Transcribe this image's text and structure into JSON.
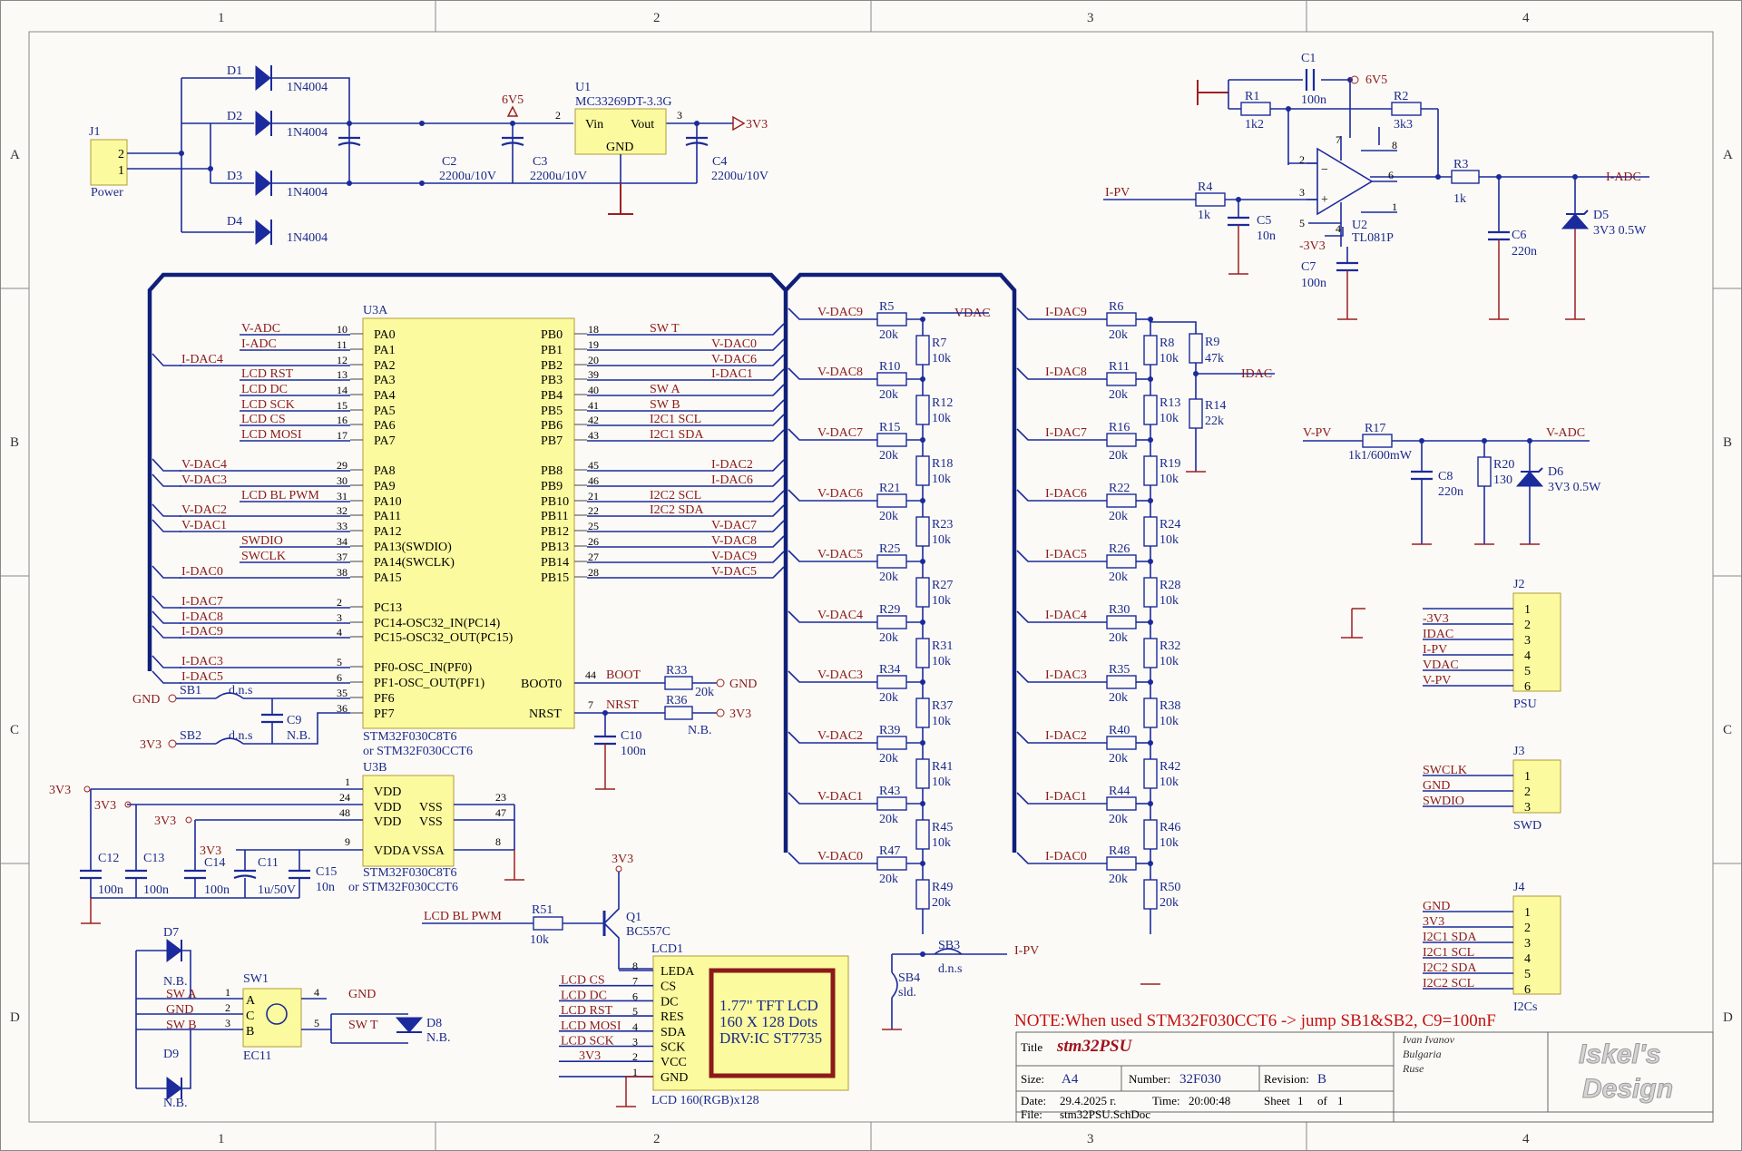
{
  "zones_top": [
    "1",
    "2",
    "3",
    "4"
  ],
  "zones_side": [
    "A",
    "B",
    "C",
    "D"
  ],
  "power": {
    "j1_ref": "J1",
    "j1_name": "Power",
    "j1_pins": [
      "2",
      "1"
    ],
    "diodes": [
      {
        "ref": "D1",
        "value": "1N4004"
      },
      {
        "ref": "D2",
        "value": "1N4004"
      },
      {
        "ref": "D3",
        "value": "1N4004"
      },
      {
        "ref": "D4",
        "value": "1N4004"
      }
    ],
    "c2": {
      "ref": "C2",
      "value": "2200u/10V"
    },
    "c3": {
      "ref": "C3",
      "value": "2200u/10V"
    },
    "c4": {
      "ref": "C4",
      "value": "2200u/10V"
    },
    "net_6v5": "6V5",
    "net_3v3": "3V3",
    "u1": {
      "ref": "U1",
      "part": "MC33269DT-3.3G",
      "vin": "Vin",
      "vout": "Vout",
      "gnd": "GND",
      "pin_in": "2",
      "pin_out": "3"
    }
  },
  "opamp": {
    "c1": {
      "ref": "C1",
      "value": "100n"
    },
    "net_6v5": "6V5",
    "r1": {
      "ref": "R1",
      "value": "1k2"
    },
    "r2": {
      "ref": "R2",
      "value": "3k3"
    },
    "r3": {
      "ref": "R3",
      "value": "1k"
    },
    "r4": {
      "ref": "R4",
      "value": "1k"
    },
    "c5": {
      "ref": "C5",
      "value": "10n"
    },
    "c6": {
      "ref": "C6",
      "value": "220n"
    },
    "c7": {
      "ref": "C7",
      "value": "100n"
    },
    "d5": {
      "ref": "D5",
      "value": "3V3 0.5W"
    },
    "u2": {
      "ref": "U2",
      "part": "TL081P"
    },
    "net_ipv": "I-PV",
    "net_iadc": "I-ADC",
    "net_m3v3": "-3V3",
    "pins": [
      "2",
      "3",
      "6",
      "7",
      "4",
      "8",
      "5",
      "1"
    ]
  },
  "mcu": {
    "ref": "U3A",
    "variant1": "STM32F030C8T6",
    "variant2": "or STM32F030CCT6",
    "left_pins": [
      {
        "num": "10",
        "name": "PA0",
        "net": "V-ADC"
      },
      {
        "num": "11",
        "name": "PA1",
        "net": "I-ADC"
      },
      {
        "num": "12",
        "name": "PA2",
        "net": "I-DAC4"
      },
      {
        "num": "13",
        "name": "PA3",
        "net": "LCD RST"
      },
      {
        "num": "14",
        "name": "PA4",
        "net": "LCD DC"
      },
      {
        "num": "15",
        "name": "PA5",
        "net": "LCD SCK"
      },
      {
        "num": "16",
        "name": "PA6",
        "net": "LCD CS"
      },
      {
        "num": "17",
        "name": "PA7",
        "net": "LCD MOSI"
      },
      {
        "num": "29",
        "name": "PA8",
        "net": "V-DAC4"
      },
      {
        "num": "30",
        "name": "PA9",
        "net": "V-DAC3"
      },
      {
        "num": "31",
        "name": "PA10",
        "net": "LCD BL PWM"
      },
      {
        "num": "32",
        "name": "PA11",
        "net": "V-DAC2"
      },
      {
        "num": "33",
        "name": "PA12",
        "net": "V-DAC1"
      },
      {
        "num": "34",
        "name": "PA13(SWDIO)",
        "net": "SWDIO"
      },
      {
        "num": "37",
        "name": "PA14(SWCLK)",
        "net": "SWCLK"
      },
      {
        "num": "38",
        "name": "PA15",
        "net": "I-DAC0"
      },
      {
        "num": "2",
        "name": "PC13",
        "net": "I-DAC7"
      },
      {
        "num": "3",
        "name": "PC14-OSC32_IN(PC14)",
        "net": "I-DAC8"
      },
      {
        "num": "4",
        "name": "PC15-OSC32_OUT(PC15)",
        "net": "I-DAC9"
      },
      {
        "num": "5",
        "name": "PF0-OSC_IN(PF0)",
        "net": "I-DAC3"
      },
      {
        "num": "6",
        "name": "PF1-OSC_OUT(PF1)",
        "net": "I-DAC5"
      },
      {
        "num": "35",
        "name": "PF6",
        "net": ""
      },
      {
        "num": "36",
        "name": "PF7",
        "net": ""
      }
    ],
    "right_pins": [
      {
        "num": "18",
        "name": "PB0",
        "net": "SW T"
      },
      {
        "num": "19",
        "name": "PB1",
        "net": "V-DAC0"
      },
      {
        "num": "20",
        "name": "PB2",
        "net": "V-DAC6"
      },
      {
        "num": "39",
        "name": "PB3",
        "net": "I-DAC1"
      },
      {
        "num": "40",
        "name": "PB4",
        "net": "SW A"
      },
      {
        "num": "41",
        "name": "PB5",
        "net": "SW B"
      },
      {
        "num": "42",
        "name": "PB6",
        "net": "I2C1 SCL"
      },
      {
        "num": "43",
        "name": "PB7",
        "net": "I2C1 SDA"
      },
      {
        "num": "45",
        "name": "PB8",
        "net": "I-DAC2"
      },
      {
        "num": "46",
        "name": "PB9",
        "net": "I-DAC6"
      },
      {
        "num": "21",
        "name": "PB10",
        "net": "I2C2 SCL"
      },
      {
        "num": "22",
        "name": "PB11",
        "net": "I2C2 SDA"
      },
      {
        "num": "25",
        "name": "PB12",
        "net": "V-DAC7"
      },
      {
        "num": "26",
        "name": "PB13",
        "net": "V-DAC8"
      },
      {
        "num": "27",
        "name": "PB14",
        "net": "V-DAC9"
      },
      {
        "num": "28",
        "name": "PB15",
        "net": "V-DAC5"
      }
    ],
    "boot0": {
      "num": "44",
      "name": "BOOT0",
      "net": "BOOT"
    },
    "nrst": {
      "num": "7",
      "name": "NRST",
      "net": "NRST"
    },
    "r33": {
      "ref": "R33",
      "value": "20k"
    },
    "r36": {
      "ref": "R36",
      "value": "N.B."
    },
    "c10": {
      "ref": "C10",
      "value": "100n"
    },
    "c9": {
      "ref": "C9",
      "value": "N.B."
    },
    "sb1": {
      "ref": "SB1",
      "value": "d.n.s"
    },
    "sb2": {
      "ref": "SB2",
      "value": "d.n.s"
    },
    "net_gnd": "GND",
    "net_3v3": "3V3"
  },
  "mcu_power": {
    "ref": "U3B",
    "variant1": "STM32F030C8T6",
    "variant2": "or STM32F030CCT6",
    "left": [
      {
        "num": "1",
        "name": "VDD"
      },
      {
        "num": "24",
        "name": "VDD"
      },
      {
        "num": "48",
        "name": "VDD"
      },
      {
        "num": "9",
        "name": "VDDA"
      }
    ],
    "right": [
      {
        "num": "23",
        "name": "VSS"
      },
      {
        "num": "47",
        "name": "VSS"
      },
      {
        "num": "8",
        "name": "VSSA"
      }
    ],
    "caps": [
      {
        "ref": "C12",
        "value": "100n"
      },
      {
        "ref": "C13",
        "value": "100n"
      },
      {
        "ref": "C14",
        "value": "100n"
      },
      {
        "ref": "C11",
        "value": "1u/50V"
      },
      {
        "ref": "C15",
        "value": "10n"
      }
    ],
    "net_3v3": "3V3"
  },
  "vdac": {
    "nets": [
      "V-DAC9",
      "V-DAC8",
      "V-DAC7",
      "V-DAC6",
      "V-DAC5",
      "V-DAC4",
      "V-DAC3",
      "V-DAC2",
      "V-DAC1",
      "V-DAC0"
    ],
    "series": [
      {
        "ref": "R5",
        "value": "20k"
      },
      {
        "ref": "R10",
        "value": "20k"
      },
      {
        "ref": "R15",
        "value": "20k"
      },
      {
        "ref": "R21",
        "value": "20k"
      },
      {
        "ref": "R25",
        "value": "20k"
      },
      {
        "ref": "R29",
        "value": "20k"
      },
      {
        "ref": "R34",
        "value": "20k"
      },
      {
        "ref": "R39",
        "value": "20k"
      },
      {
        "ref": "R43",
        "value": "20k"
      },
      {
        "ref": "R47",
        "value": "20k"
      }
    ],
    "ladder": [
      {
        "ref": "R7",
        "value": "10k"
      },
      {
        "ref": "R12",
        "value": "10k"
      },
      {
        "ref": "R18",
        "value": "10k"
      },
      {
        "ref": "R23",
        "value": "10k"
      },
      {
        "ref": "R27",
        "value": "10k"
      },
      {
        "ref": "R31",
        "value": "10k"
      },
      {
        "ref": "R37",
        "value": "10k"
      },
      {
        "ref": "R41",
        "value": "10k"
      },
      {
        "ref": "R45",
        "value": "10k"
      },
      {
        "ref": "R49",
        "value": "20k"
      }
    ],
    "out_net": "VDAC",
    "sb3": {
      "ref": "SB3",
      "value": "d.n.s"
    },
    "sb4": {
      "ref": "SB4",
      "value": "sld."
    },
    "ipv_net": "I-PV"
  },
  "idac": {
    "nets": [
      "I-DAC9",
      "I-DAC8",
      "I-DAC7",
      "I-DAC6",
      "I-DAC5",
      "I-DAC4",
      "I-DAC3",
      "I-DAC2",
      "I-DAC1",
      "I-DAC0"
    ],
    "series": [
      {
        "ref": "R6",
        "value": "20k"
      },
      {
        "ref": "R11",
        "value": "20k"
      },
      {
        "ref": "R16",
        "value": "20k"
      },
      {
        "ref": "R22",
        "value": "20k"
      },
      {
        "ref": "R26",
        "value": "20k"
      },
      {
        "ref": "R30",
        "value": "20k"
      },
      {
        "ref": "R35",
        "value": "20k"
      },
      {
        "ref": "R40",
        "value": "20k"
      },
      {
        "ref": "R44",
        "value": "20k"
      },
      {
        "ref": "R48",
        "value": "20k"
      }
    ],
    "ladder": [
      {
        "ref": "R8",
        "value": "10k"
      },
      {
        "ref": "R13",
        "value": "10k"
      },
      {
        "ref": "R19",
        "value": "10k"
      },
      {
        "ref": "R24",
        "value": "10k"
      },
      {
        "ref": "R28",
        "value": "10k"
      },
      {
        "ref": "R32",
        "value": "10k"
      },
      {
        "ref": "R38",
        "value": "10k"
      },
      {
        "ref": "R42",
        "value": "10k"
      },
      {
        "ref": "R46",
        "value": "10k"
      },
      {
        "ref": "R50",
        "value": "20k"
      }
    ],
    "r9": {
      "ref": "R9",
      "value": "47k"
    },
    "r14": {
      "ref": "R14",
      "value": "22k"
    },
    "out_net": "IDAC"
  },
  "vpv": {
    "in_net": "V-PV",
    "out_net": "V-ADC",
    "r17": {
      "ref": "R17",
      "value": "1k1/600mW"
    },
    "c8": {
      "ref": "C8",
      "value": "220n"
    },
    "r20": {
      "ref": "R20",
      "value": "130"
    },
    "d6": {
      "ref": "D6",
      "value": "3V3 0.5W"
    }
  },
  "connectors": [
    {
      "ref": "J2",
      "name": "PSU",
      "pins": [
        "1",
        "2",
        "3",
        "4",
        "5",
        "6"
      ],
      "nets": [
        "",
        "-3V3",
        "IDAC",
        "I-PV",
        "VDAC",
        "V-PV"
      ]
    },
    {
      "ref": "J3",
      "name": "SWD",
      "pins": [
        "1",
        "2",
        "3"
      ],
      "nets": [
        "SWCLK",
        "GND",
        "SWDIO"
      ]
    },
    {
      "ref": "J4",
      "name": "I2Cs",
      "pins": [
        "1",
        "2",
        "3",
        "4",
        "5",
        "6"
      ],
      "nets": [
        "GND",
        "3V3",
        "I2C1 SDA",
        "I2C1 SCL",
        "I2C2 SDA",
        "I2C2 SCL"
      ]
    }
  ],
  "transistor": {
    "ref": "Q1",
    "part": "BC557C",
    "r51": {
      "ref": "R51",
      "value": "10k"
    },
    "in_net": "LCD BL PWM",
    "net_3v3": "3V3"
  },
  "lcd": {
    "ref": "LCD1",
    "footer": "LCD 160(RGB)x128",
    "pins": [
      {
        "num": "8",
        "name": "LEDA",
        "net": ""
      },
      {
        "num": "7",
        "name": "CS",
        "net": "LCD CS"
      },
      {
        "num": "6",
        "name": "DC",
        "net": "LCD DC"
      },
      {
        "num": "5",
        "name": "RES",
        "net": "LCD RST"
      },
      {
        "num": "4",
        "name": "SDA",
        "net": "LCD MOSI"
      },
      {
        "num": "3",
        "name": "SCK",
        "net": "LCD SCK"
      },
      {
        "num": "2",
        "name": "VCC",
        "net": "3V3"
      },
      {
        "num": "1",
        "name": "GND",
        "net": ""
      }
    ],
    "screen": [
      "1.77\" TFT LCD",
      "160 X 128 Dots",
      "DRV:IC ST7735"
    ]
  },
  "encoder": {
    "sw1": {
      "ref": "SW1",
      "part": "EC11",
      "pins": [
        "A",
        "C",
        "B"
      ],
      "pnums": [
        "1",
        "2",
        "3",
        "4",
        "5"
      ]
    },
    "nets": [
      "SW A",
      "GND",
      "SW B"
    ],
    "right_nets": [
      "GND",
      "SW T"
    ],
    "d7": {
      "ref": "D7",
      "value": "N.B."
    },
    "d8": {
      "ref": "D8",
      "value": "N.B."
    },
    "d9": {
      "ref": "D9",
      "value": "N.B."
    }
  },
  "note": "NOTE:When used STM32F030CCT6 -> jump SB1&SB2, C9=100nF",
  "title_block": {
    "title_label": "Title",
    "title": "stm32PSU",
    "author": [
      "Ivan Ivanov",
      "Bulgaria",
      "Ruse"
    ],
    "size_label": "Size:",
    "size": "A4",
    "number_label": "Number:",
    "number": "32F030",
    "revision_label": "Revision:",
    "revision": "B",
    "date_label": "Date:",
    "date": "29.4.2025 г.",
    "time_label": "Time:",
    "time": "20:00:48",
    "sheet_label": "Sheet",
    "sheet": "1",
    "of_label": "of",
    "of": "1",
    "file_label": "File:",
    "file": "stm32PSU.SchDoc",
    "logo": [
      "Iskel's",
      "Design"
    ]
  }
}
